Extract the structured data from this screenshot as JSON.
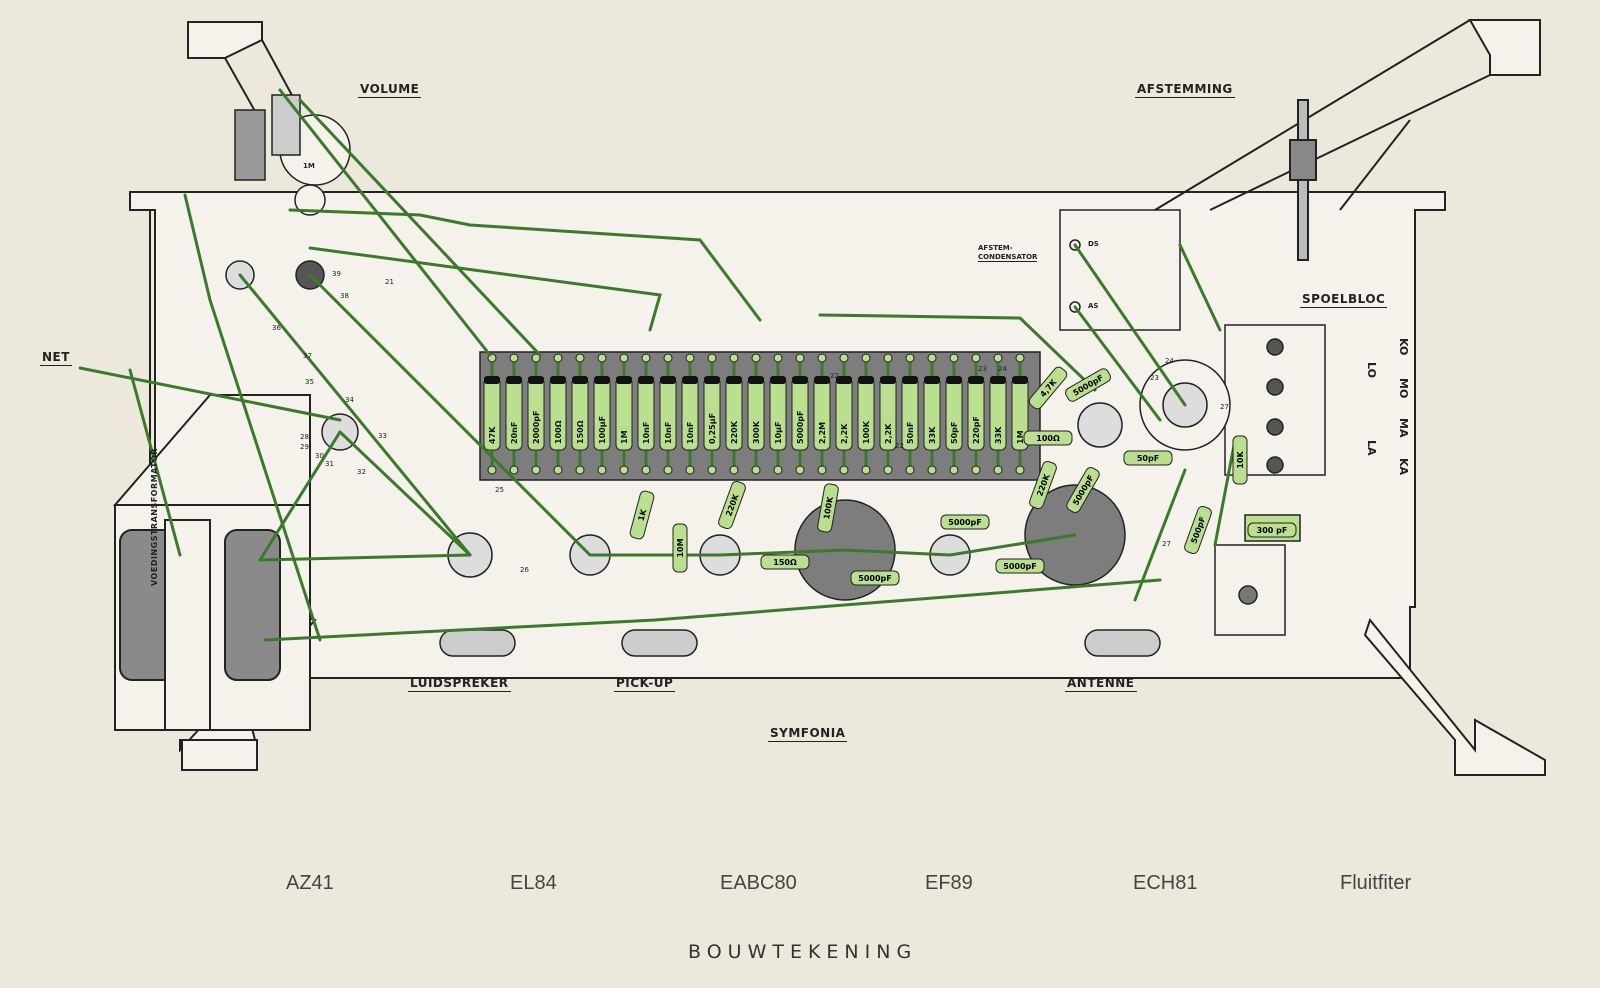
{
  "labels": {
    "volume": "VOLUME",
    "afstemming": "AFSTEMMING",
    "net": "NET",
    "afstem_condensator_1": "AFSTEM-",
    "afstem_condensator_2": "CONDENSATOR",
    "ds": "DS",
    "as": "AS",
    "spoelbloc": "SPOELBLOC",
    "luidspreker": "LUIDSPREKER",
    "pickup": "PICK-UP",
    "antenne": "ANTENNE",
    "symfonia": "SYMFONIA",
    "voedingstransformator": "VOEDINGSTRANSFORMATOR",
    "bouwtekening": "BOUWTEKENING",
    "pot": "1M"
  },
  "switch_labels": [
    "KO",
    "MO",
    "MA",
    "KA"
  ],
  "switch_labels_left": [
    "LO",
    "LA"
  ],
  "tubes": [
    "AZ41",
    "EL84",
    "EABC80",
    "EF89",
    "ECH81",
    "Fluitfiter"
  ],
  "board_components": [
    "47K",
    "20nF",
    "2000pF",
    "100Ω",
    "150Ω",
    "100μF",
    "1M",
    "10nF",
    "10nF",
    "10nF",
    "0,25μF",
    "220K",
    "300K",
    "10μF",
    "5000pF",
    "2,2M",
    "2,2K",
    "100K",
    "2,2K",
    "50nF",
    "33K",
    "50pF",
    "220pF",
    "33K",
    "1M"
  ],
  "extra_components": [
    "4,7K",
    "5000pF",
    "100Ω",
    "50pF",
    "10K",
    "220K",
    "5000pF",
    "1K",
    "220K",
    "10M",
    "100K",
    "5000pF",
    "150Ω",
    "5000pF",
    "5000pF",
    "500pF",
    "300 pF"
  ],
  "wire_numbers": [
    "21",
    "22",
    "22",
    "23",
    "23",
    "24",
    "24",
    "25",
    "26",
    "27",
    "27",
    "28",
    "29",
    "30",
    "31",
    "32",
    "33",
    "34",
    "35",
    "36",
    "37",
    "38",
    "39"
  ],
  "colors": {
    "paper": "#ece9dc",
    "ink": "#222222",
    "wire": "#3b7a2a",
    "component": "#b9df8f",
    "board": "#7d7d7d",
    "chassis_fill": "#f4f2ea"
  }
}
